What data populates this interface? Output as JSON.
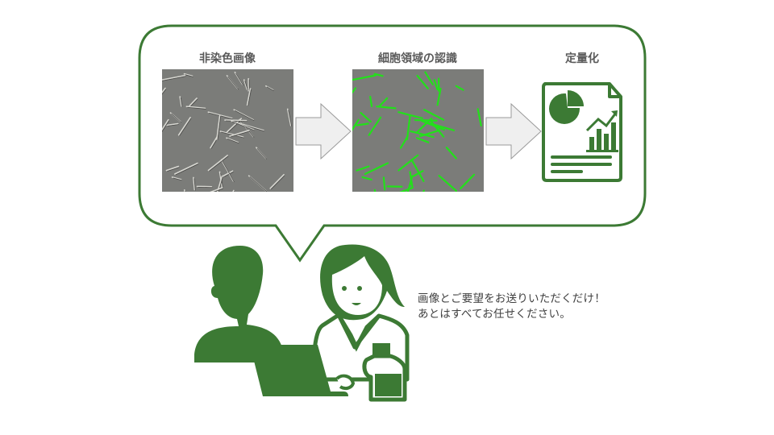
{
  "steps": [
    {
      "label": "非染色画像",
      "icon": "unstained-cell-image"
    },
    {
      "label": "細胞領域の認識",
      "icon": "segmented-cell-image"
    },
    {
      "label": "定量化",
      "icon": "report-chart-icon"
    }
  ],
  "message": {
    "line1": "画像とご要望をお送りいただくだけ！",
    "line2": "あとはすべてお任せください。"
  },
  "colors": {
    "accent": "#3c7a34",
    "segmentation": "#22e01a",
    "arrow_fill": "#efefef",
    "arrow_stroke": "#9a9a9a",
    "text": "#404040"
  }
}
